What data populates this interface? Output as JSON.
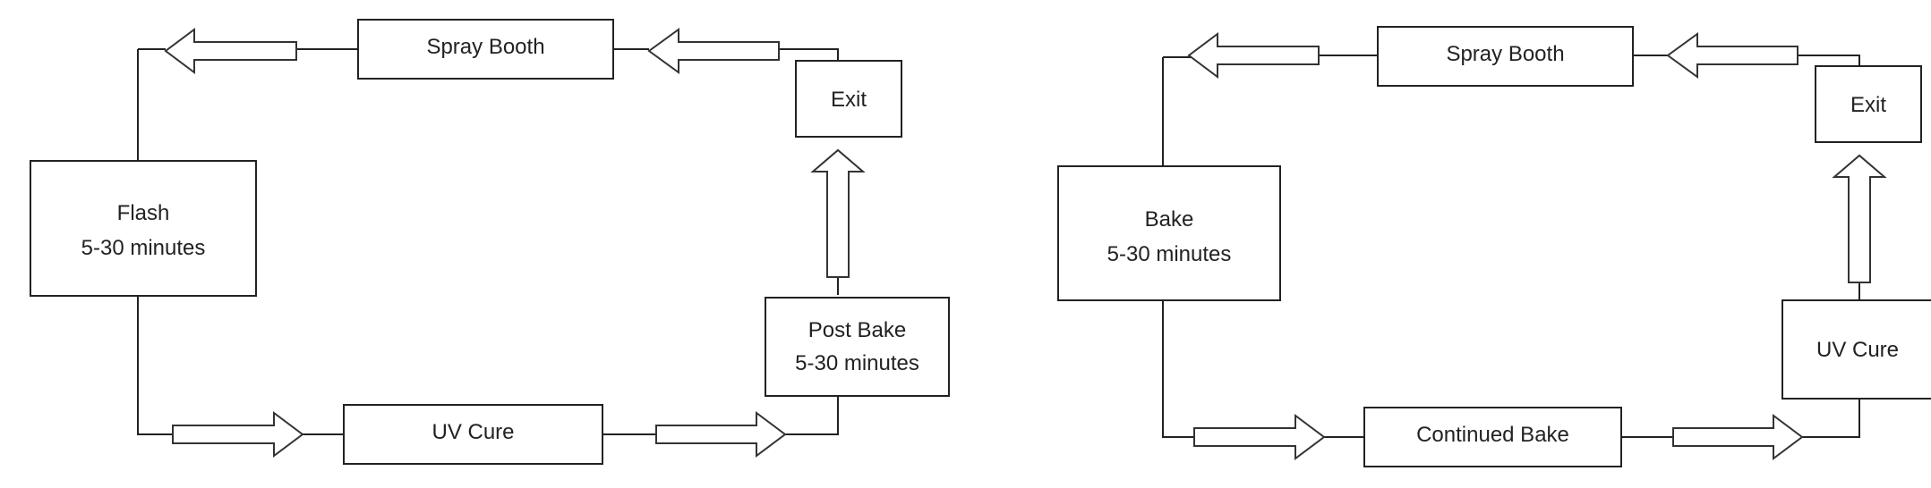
{
  "diagrams": [
    {
      "boxes": [
        {
          "id": "spray",
          "lines": [
            "Spray Booth"
          ]
        },
        {
          "id": "exit",
          "lines": [
            "Exit"
          ]
        },
        {
          "id": "flash",
          "lines": [
            "Flash",
            "5-30 minutes"
          ]
        },
        {
          "id": "postbake",
          "lines": [
            "Post Bake",
            "5-30 minutes"
          ]
        },
        {
          "id": "uvcure",
          "lines": [
            "UV Cure"
          ]
        }
      ]
    },
    {
      "boxes": [
        {
          "id": "spray",
          "lines": [
            "Spray Booth"
          ]
        },
        {
          "id": "exit",
          "lines": [
            "Exit"
          ]
        },
        {
          "id": "bake",
          "lines": [
            "Bake",
            "5-30 minutes"
          ]
        },
        {
          "id": "uvcure",
          "lines": [
            "UV Cure"
          ]
        },
        {
          "id": "contbake",
          "lines": [
            "Continued Bake"
          ]
        }
      ]
    }
  ]
}
